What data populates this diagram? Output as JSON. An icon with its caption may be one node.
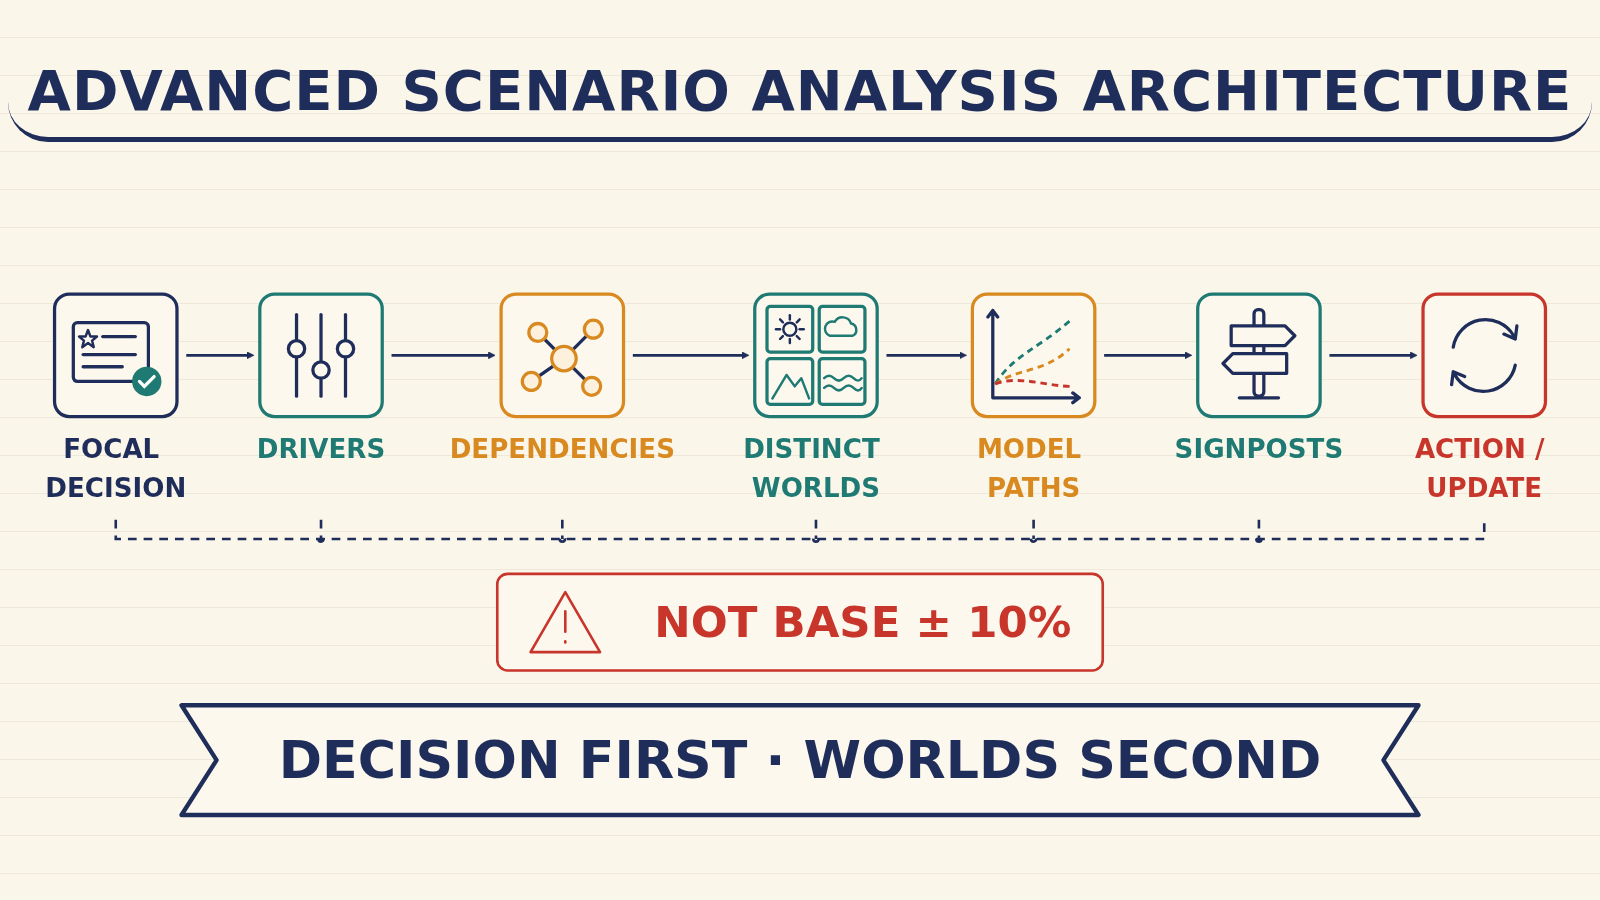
{
  "diagram": {
    "title": "ADVANCED SCENARIO ANALYSIS ARCHITECTURE",
    "nodes": [
      {
        "text": [
          "FOCAL DECISION"
        ]
      },
      {
        "text": [
          "DRIVERS"
        ]
      },
      {
        "text": [
          "DEPENDENCIES"
        ]
      },
      {
        "text": [
          "DISTINCT WORLDS"
        ]
      },
      {
        "text": [
          "MODEL PATHS"
        ]
      },
      {
        "text": [
          "SIGNPOSTS"
        ]
      },
      {
        "text": [
          "ACTION / UPDATE"
        ]
      },
      {
        "text": [
          "NOT BASE ± 10%"
        ]
      },
      {
        "text": [
          "DECISION FIRST · WORLDS SECOND"
        ]
      }
    ],
    "edges": [
      {
        "from": 0,
        "to": 1,
        "arrow": "to"
      },
      {
        "from": 1,
        "to": 2,
        "arrow": "to"
      },
      {
        "from": 2,
        "to": 3,
        "arrow": "to"
      },
      {
        "from": 3,
        "to": 4,
        "arrow": "to"
      },
      {
        "from": 4,
        "to": 5,
        "arrow": "to"
      },
      {
        "from": 5,
        "to": 6,
        "arrow": "to"
      }
    ]
  }
}
